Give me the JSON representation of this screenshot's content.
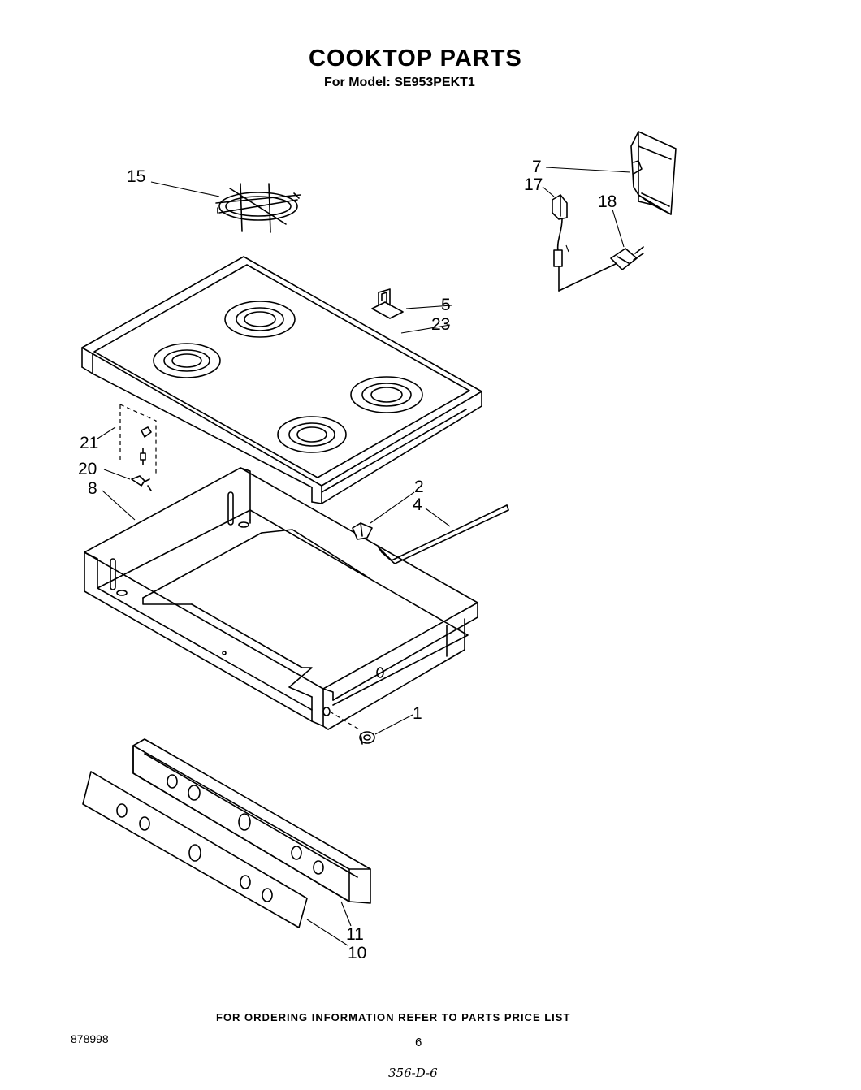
{
  "header": {
    "title": "COOKTOP PARTS",
    "model_line": "For Model: SE953PEKT1"
  },
  "callouts": {
    "c1": "1",
    "c2": "2",
    "c4": "4",
    "c5": "5",
    "c7": "7",
    "c8": "8",
    "c10": "10",
    "c11": "11",
    "c15": "15",
    "c17": "17",
    "c18": "18",
    "c20": "20",
    "c21": "21",
    "c23": "23"
  },
  "footer": {
    "ordering_note": "FOR ORDERING INFORMATION REFER TO PARTS PRICE LIST",
    "doc_number": "878998",
    "page_number": "6",
    "handwritten_note": "356-D-6"
  }
}
